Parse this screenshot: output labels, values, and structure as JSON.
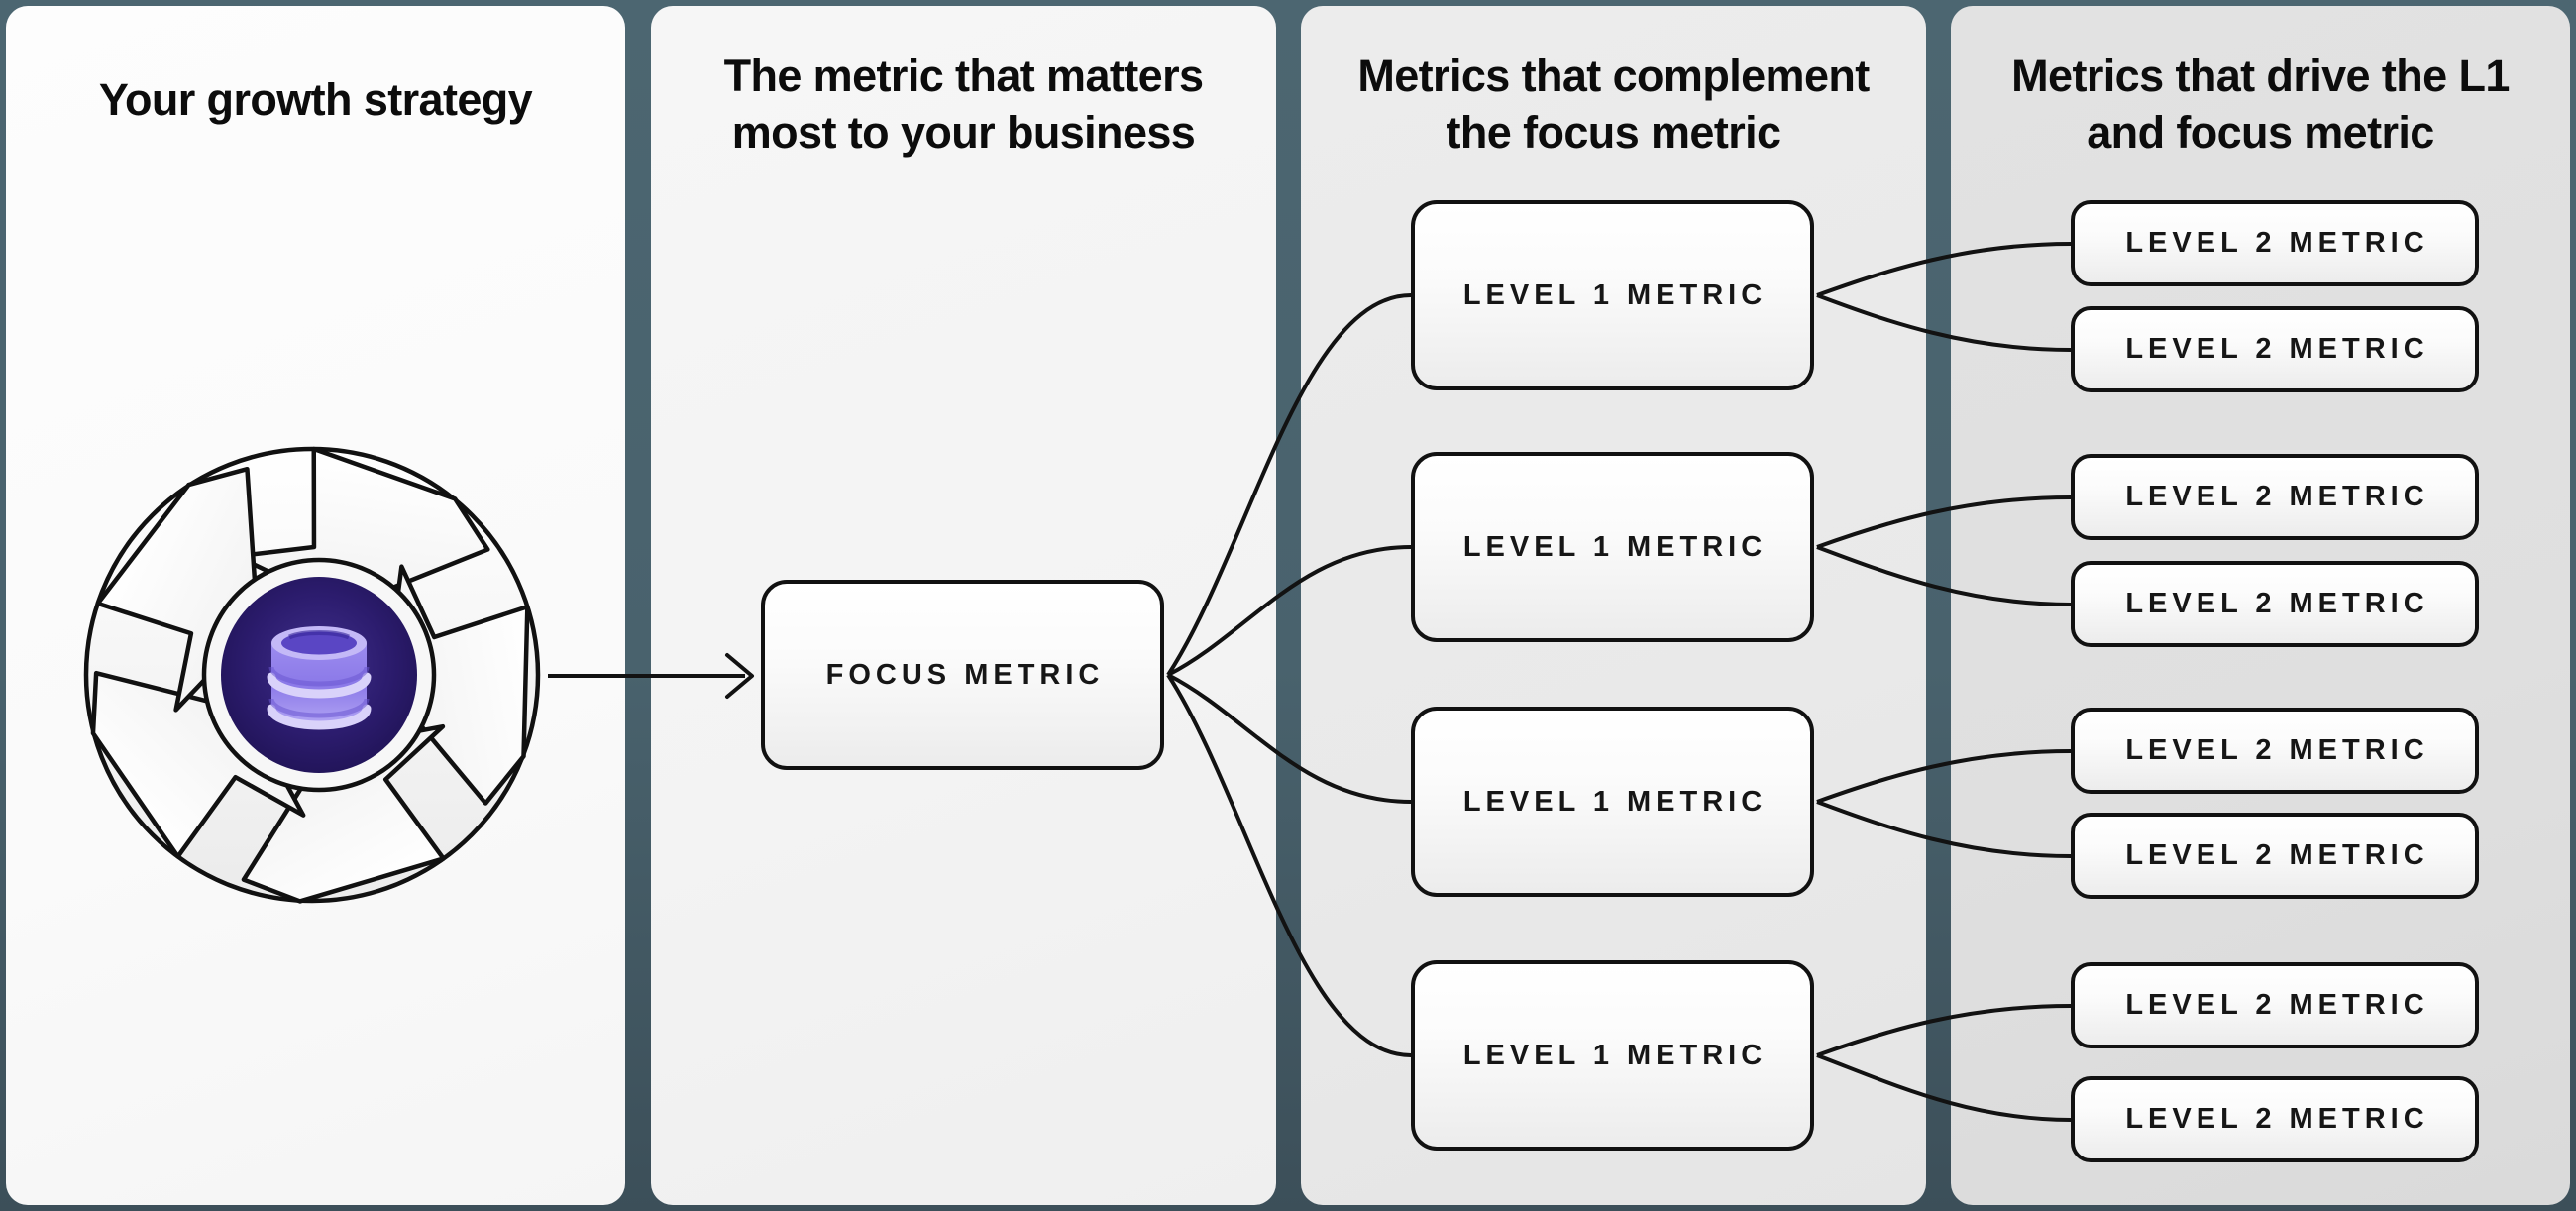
{
  "diagram": {
    "columns": [
      {
        "id": "growth-strategy",
        "title_lines": [
          "Your growth strategy"
        ],
        "icon": "growth-cycle-pinwheel-icon",
        "inner_icon": "database-icon"
      },
      {
        "id": "focus-metric",
        "title_lines": [
          "The metric that matters",
          "most to your business"
        ],
        "boxes": [
          {
            "label": "FOCUS METRIC"
          }
        ]
      },
      {
        "id": "level1-metrics",
        "title_lines": [
          "Metrics that complement",
          "the focus metric"
        ],
        "boxes": [
          {
            "label": "LEVEL 1 METRIC"
          },
          {
            "label": "LEVEL 1 METRIC"
          },
          {
            "label": "LEVEL 1 METRIC"
          },
          {
            "label": "LEVEL 1 METRIC"
          }
        ]
      },
      {
        "id": "level2-metrics",
        "title_lines": [
          "Metrics that drive the L1",
          "and focus metric"
        ],
        "boxes": [
          {
            "label": "LEVEL 2 METRIC"
          },
          {
            "label": "LEVEL 2 METRIC"
          },
          {
            "label": "LEVEL 2 METRIC"
          },
          {
            "label": "LEVEL 2 METRIC"
          },
          {
            "label": "LEVEL 2 METRIC"
          },
          {
            "label": "LEVEL 2 METRIC"
          },
          {
            "label": "LEVEL 2 METRIC"
          },
          {
            "label": "LEVEL 2 METRIC"
          }
        ]
      }
    ],
    "colors": {
      "background_teal": "#49626d",
      "card_white": "#fafafa",
      "card_light_gray": "#f3f3f3",
      "card_gray": "#e9e9e9",
      "card_dark_gray": "#dfdfdf",
      "line_black": "#121212",
      "icon_circle_indigo": "#2a1a6b",
      "icon_database_purple": "#a795f1"
    }
  }
}
